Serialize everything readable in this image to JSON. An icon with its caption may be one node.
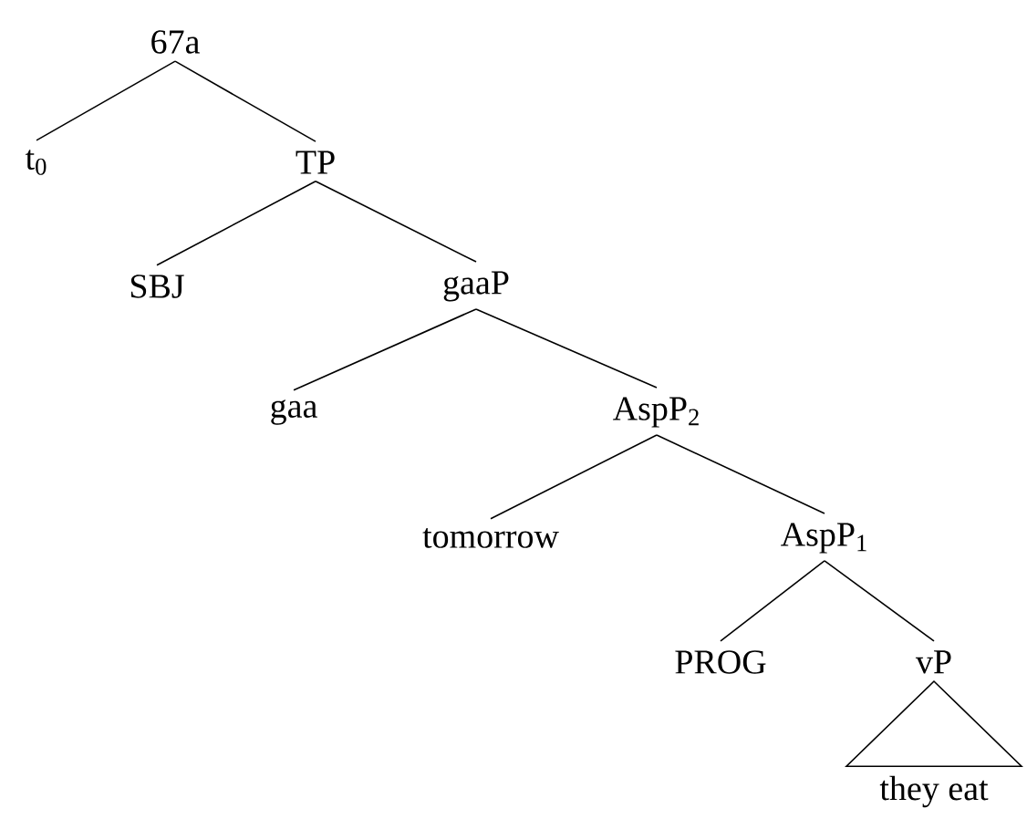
{
  "diagram": {
    "nodes": [
      {
        "text": [
          "67a"
        ]
      },
      {
        "text": [
          "t$_{0}$"
        ]
      },
      {
        "text": [
          "TP"
        ]
      },
      {
        "text": [
          "SBJ"
        ]
      },
      {
        "text": [
          "gaaP"
        ]
      },
      {
        "text": [
          "gaa"
        ]
      },
      {
        "text": [
          "AspP$_{2}$"
        ]
      },
      {
        "text": [
          "tomorrow"
        ]
      },
      {
        "text": [
          "AspP$_{1}$"
        ]
      },
      {
        "text": [
          "PROG"
        ]
      },
      {
        "text": [
          "vP"
        ]
      },
      {
        "text": [
          "they eat"
        ]
      }
    ],
    "edges": [
      {
        "from": 0,
        "to": 1,
        "arrow": "none"
      },
      {
        "from": 0,
        "to": 2,
        "arrow": "none"
      },
      {
        "from": 2,
        "to": 3,
        "arrow": "none"
      },
      {
        "from": 2,
        "to": 4,
        "arrow": "none"
      },
      {
        "from": 4,
        "to": 5,
        "arrow": "none"
      },
      {
        "from": 4,
        "to": 6,
        "arrow": "none"
      },
      {
        "from": 6,
        "to": 7,
        "arrow": "none"
      },
      {
        "from": 6,
        "to": 8,
        "arrow": "none"
      },
      {
        "from": 8,
        "to": 9,
        "arrow": "none"
      },
      {
        "from": 8,
        "to": 10,
        "arrow": "none"
      },
      {
        "from": 10,
        "to": 11,
        "arrow": "none"
      }
    ]
  }
}
